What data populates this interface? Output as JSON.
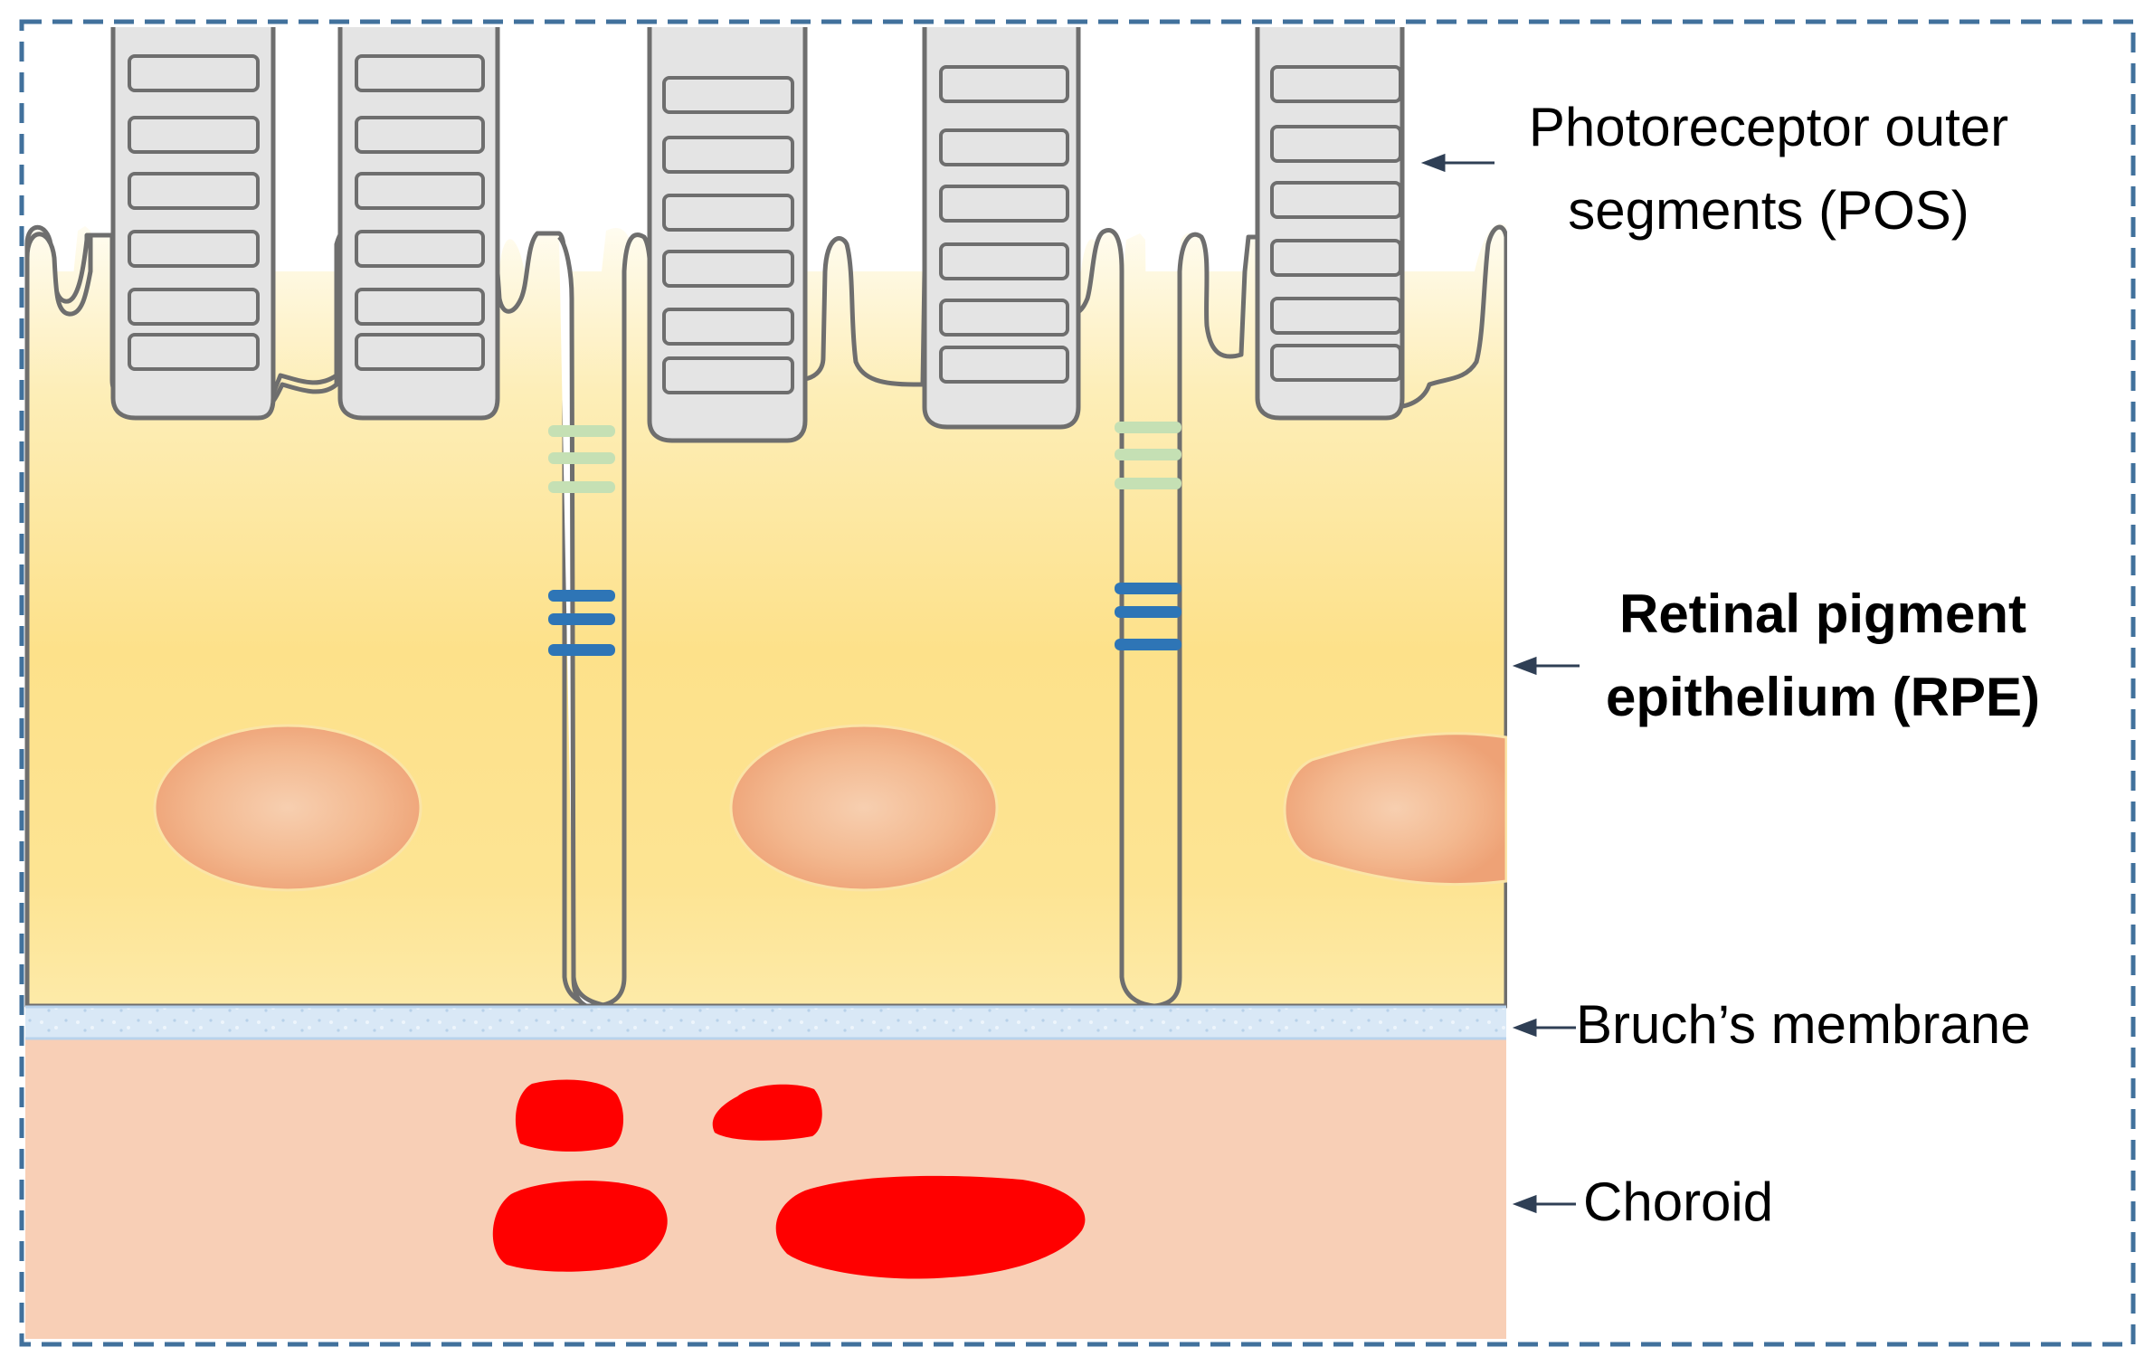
{
  "labels": {
    "pos": {
      "line1": "Photoreceptor outer",
      "line2": "segments (POS)"
    },
    "rpe": {
      "line1": "Retinal pigment",
      "line2": "epithelium (RPE)"
    },
    "bruch": "Bruch’s membrane",
    "choroid": "Choroid"
  },
  "colors": {
    "frame": "#41719c",
    "rpe_cytoplasm": "#fde18a",
    "rpe_top": "#fffbe8",
    "cell_outline": "#6e6e6e",
    "pos_fill": "#e4e4e4",
    "nucleus": "#f0a77c",
    "tight_junction": "#2e75b6",
    "adherens_junction": "#c5e0b4",
    "bruch_membrane": "#cfe2f3",
    "choroid": "#f8cfb6",
    "blood": "#ff0000",
    "arrow": "#2f3f55"
  }
}
